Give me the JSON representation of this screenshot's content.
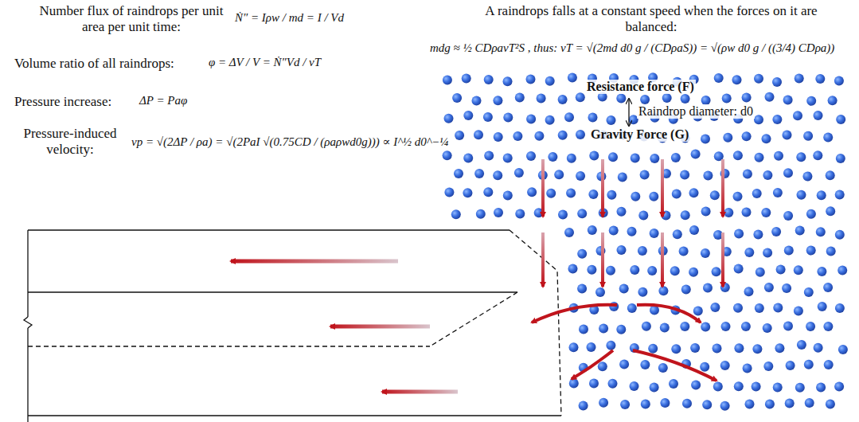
{
  "diagram": {
    "labels": [
      "Number flux of raindrops per unit area per unit time:",
      "Ṅ″ = Iρw / md = I / Vd",
      "A raindrops falls at a constant speed when the forces on it are balanced:",
      "mdg ≈ ½ CDρavT²S , thus: vT = √(2md d0 g / (CDρaS)) = √(ρw d0 g / ((3/4) CDρa))",
      "Volume ratio of all raindrops:",
      "φ = ΔV / V = Ṅ″Vd / vT",
      "Pressure increase:",
      "ΔP = Paφ",
      "Pressure-induced velocity:",
      "vp = √(2ΔP / ρa) = √(2PaI √(0.75CD / (ρaρwd0g))) ∝ I^½ d0^−¼",
      "Resistance force (F)",
      "Raindrop diameter: d0",
      "Gravity Force (G)"
    ]
  }
}
